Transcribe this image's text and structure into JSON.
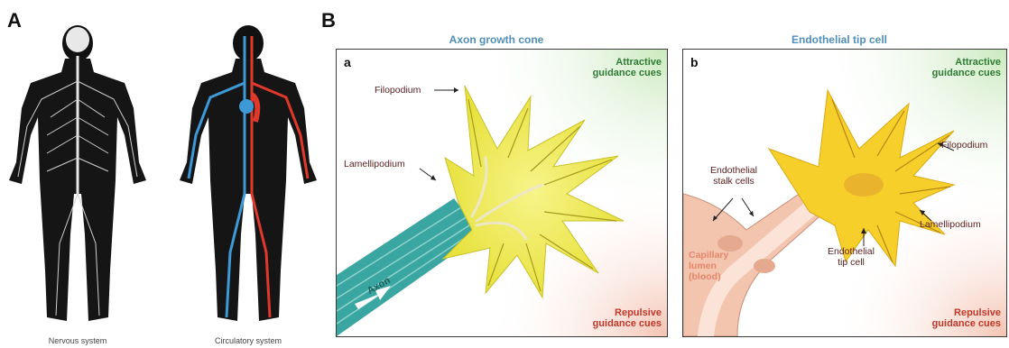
{
  "panel_a": {
    "letter": "A",
    "figures": [
      {
        "caption": "Nervous system"
      },
      {
        "caption": "Circulatory system"
      }
    ]
  },
  "panel_b": {
    "letter": "B",
    "left": {
      "title": "Axon growth cone",
      "sub_letter": "a",
      "attractive": [
        "Attractive",
        "guidance cues"
      ],
      "repulsive": [
        "Repulsive",
        "guidance cues"
      ],
      "labels": {
        "filopodium": "Filopodium",
        "lamellipodium": "Lamellipodium",
        "axon": "Axon"
      }
    },
    "right": {
      "title": "Endothelial tip cell",
      "sub_letter": "b",
      "attractive": [
        "Attractive",
        "guidance cues"
      ],
      "repulsive": [
        "Repulsive",
        "guidance cues"
      ],
      "labels": {
        "stalk": [
          "Endothelial",
          "stalk cells"
        ],
        "filopodium": "Filopodium",
        "lamellipodium": "Lamellipodium",
        "tip": [
          "Endothelial",
          "tip cell"
        ],
        "lumen": [
          "Capillary",
          "lumen",
          "(blood)"
        ]
      }
    }
  },
  "colors": {
    "attract_glow": "#d8efcf",
    "repulse_glow": "#f6d3c6",
    "cell_yellow": "#f1e64a",
    "tip_yellow": "#f7cf2a",
    "stalk_pink": "#f3c4ae",
    "axon_teal": "#3aa6a2",
    "title_blue": "#4f8fb8"
  }
}
